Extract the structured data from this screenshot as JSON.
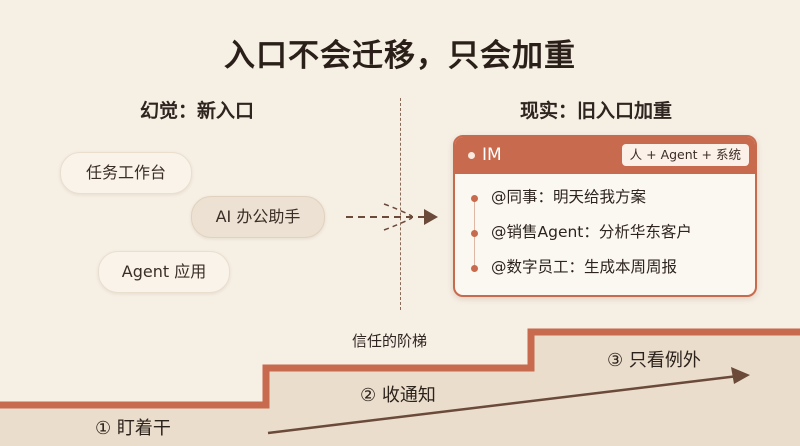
{
  "title": "入口不会迁移，只会加重",
  "left": {
    "heading": "幻觉：新入口",
    "pills": [
      "任务工作台",
      "AI 办公助手",
      "Agent 应用"
    ]
  },
  "right": {
    "heading": "现实：旧入口加重",
    "im": {
      "title": "IM",
      "tag": "人 + Agent + 系统",
      "messages": [
        "@同事：明天给我方案",
        "@销售Agent：分析华东客户",
        "@数字员工：生成本周周报"
      ]
    }
  },
  "ladder": {
    "label": "信任的阶梯",
    "steps": [
      "① 盯着干",
      "② 收通知",
      "③ 只看例外"
    ]
  },
  "colors": {
    "background": "#f6efe4",
    "accent": "#c86a4e",
    "stair_fill": "#eaddcc",
    "arrow": "#6b4a3a"
  }
}
